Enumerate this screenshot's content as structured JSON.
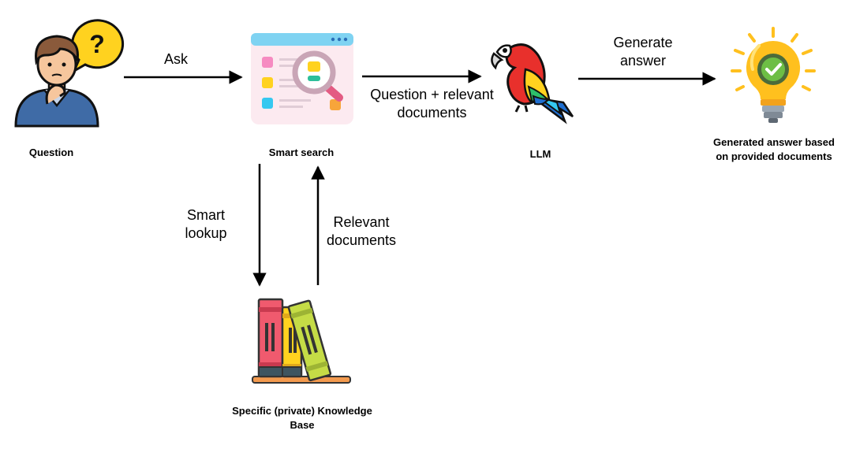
{
  "nodes": {
    "question": {
      "label": "Question"
    },
    "smart_search": {
      "label": "Smart search"
    },
    "llm": {
      "label": "LLM"
    },
    "answer": {
      "label": "Generated answer based\non provided documents"
    },
    "knowledge_base": {
      "label": "Specific (private) Knowledge\nBase"
    }
  },
  "edges": {
    "ask": {
      "label": "Ask"
    },
    "question_docs": {
      "label": "Question + relevant\ndocuments"
    },
    "generate": {
      "label": "Generate\nanswer"
    },
    "smart_lookup": {
      "label": "Smart\nlookup"
    },
    "relevant_docs": {
      "label": "Relevant\ndocuments"
    }
  },
  "icons": {
    "question": "thinking-person-icon",
    "smart_search": "search-window-icon",
    "llm": "parrot-icon",
    "answer": "lightbulb-check-icon",
    "knowledge_base": "books-icon"
  },
  "colors": {
    "arrow": "#000000",
    "bulb": "#FFC01E",
    "check_circle": "#6DBE45",
    "parrot_red": "#E8302C",
    "book_red": "#F05A6E",
    "book_yellow": "#FFD21F",
    "book_green": "#C5DC46"
  }
}
